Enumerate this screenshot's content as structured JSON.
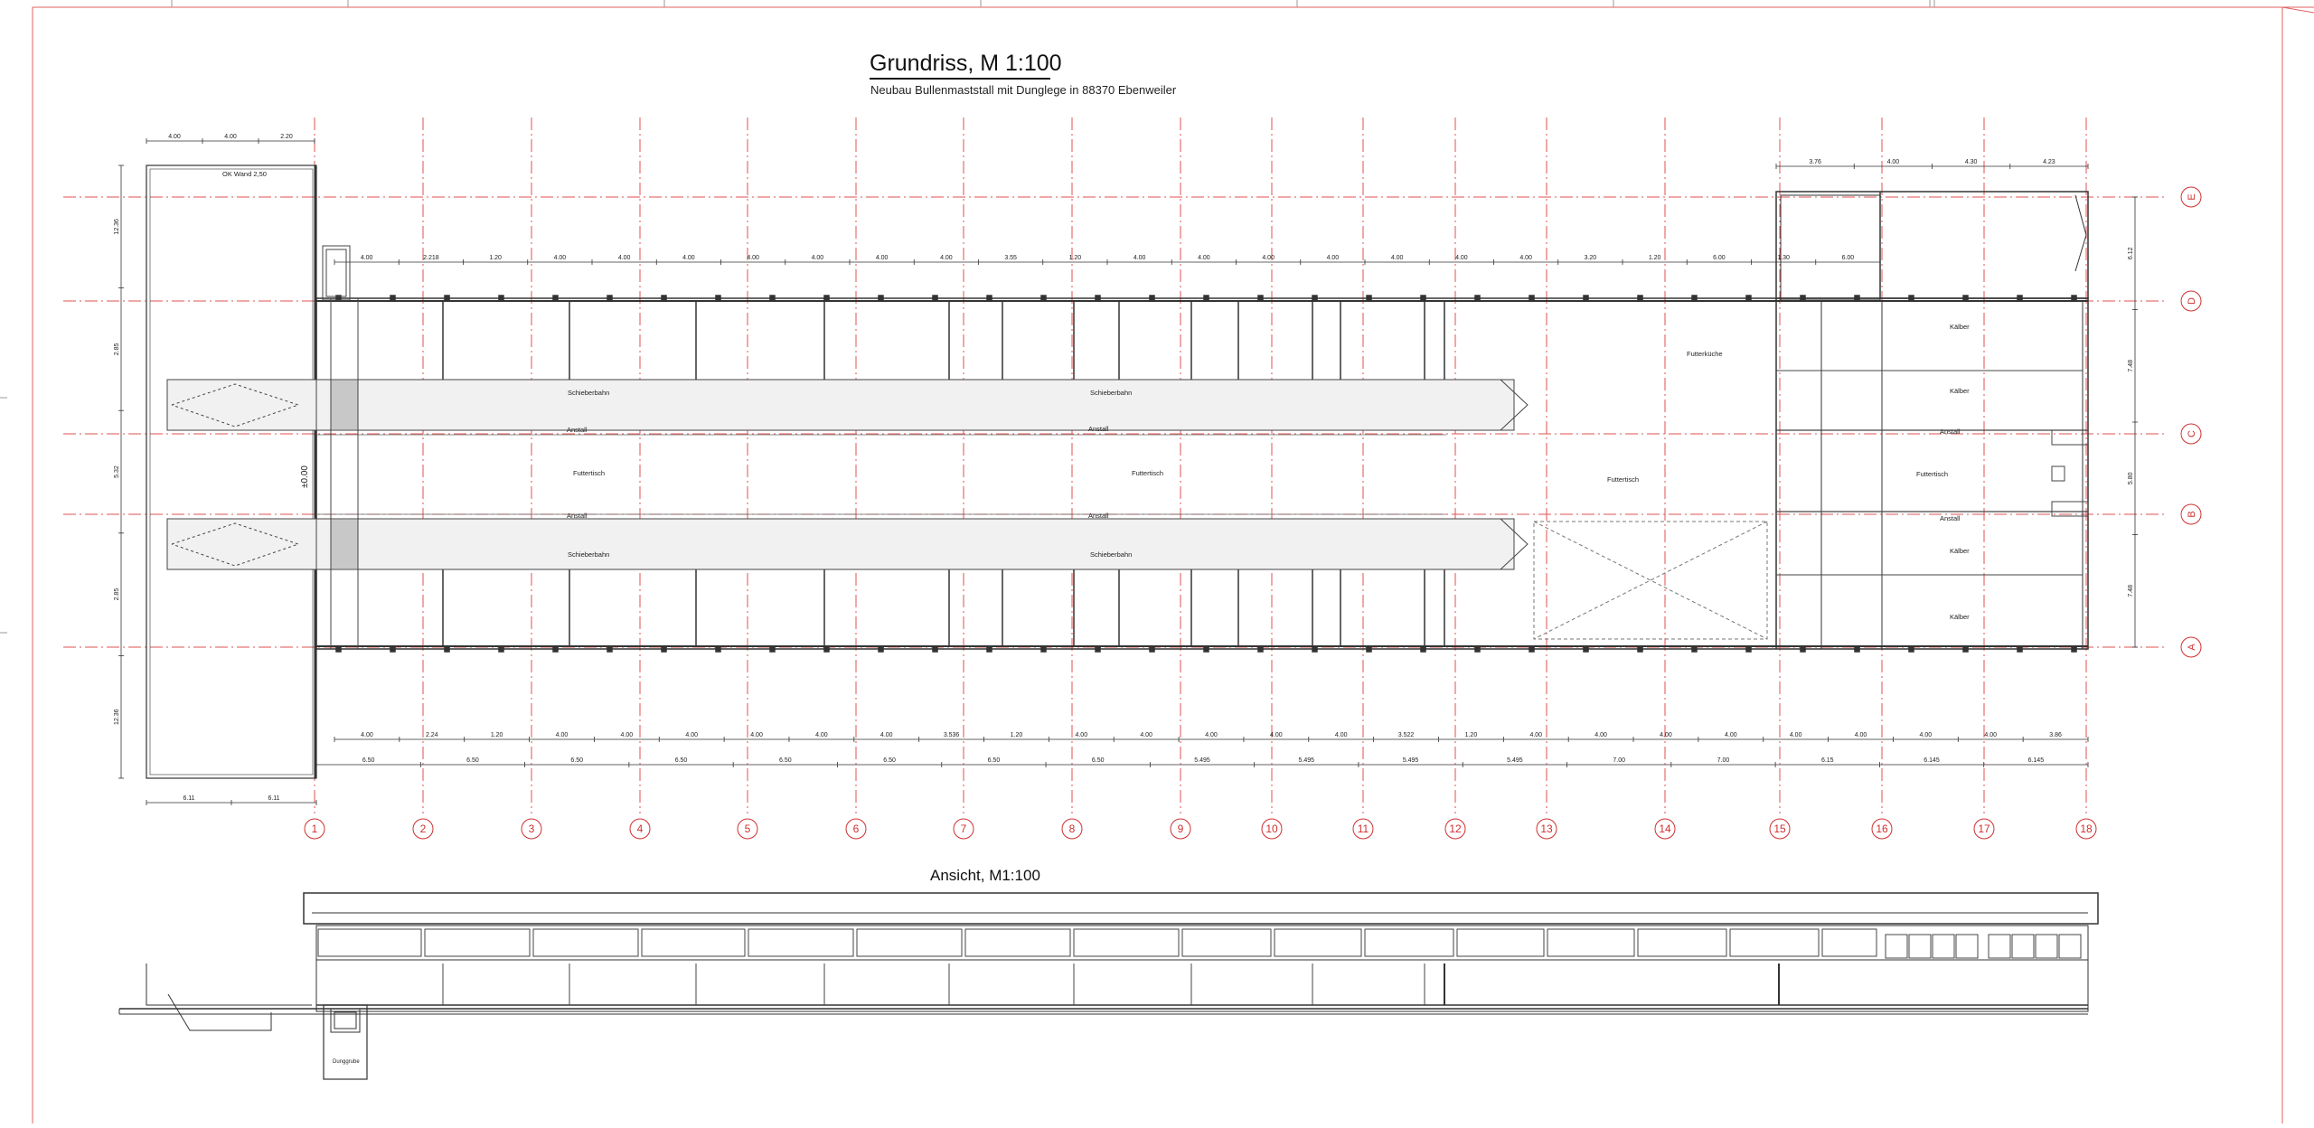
{
  "drawing": {
    "title": "Grundriss, M 1:100",
    "subtitle": "Neubau Bullenmaststall mit Dunglege in 88370 Ebenweiler",
    "elevation_title": "Ansicht, M1:100"
  },
  "axes": {
    "columns": [
      "1",
      "2",
      "3",
      "4",
      "5",
      "6",
      "7",
      "8",
      "9",
      "10",
      "11",
      "12",
      "13",
      "14",
      "15",
      "16",
      "17",
      "18"
    ],
    "rows": [
      "E",
      "D",
      "C",
      "B",
      "A"
    ]
  },
  "rooms": {
    "schieberbahn": "Schieberbahn",
    "futtertisch": "Futtertisch",
    "futterkueche": "Futterküche",
    "kaelber": "Kälber",
    "anstall": "Anstall",
    "ok_wand": "OK Wand 2,50",
    "dunggrube": "Dunggrube",
    "level": "±0.00"
  },
  "dims": {
    "top_left": [
      "4.00",
      "4.00",
      "2.20"
    ],
    "row_d": [
      "4.00",
      "2.218",
      "1.20",
      "4.00",
      "4.00",
      "4.00",
      "4.00",
      "4.00",
      "4.00",
      "4.00",
      "3.55",
      "1.20",
      "4.00",
      "4.00",
      "4.00",
      "4.00",
      "4.00",
      "4.00",
      "4.00",
      "3.20",
      "1.20",
      "6.00",
      "1.30",
      "6.00"
    ],
    "top_right": [
      "3.76",
      "4.00",
      "4.30",
      "4.23"
    ],
    "bottom_row1": [
      "4.00",
      "2.24",
      "1.20",
      "4.00",
      "4.00",
      "4.00",
      "4.00",
      "4.00",
      "4.00",
      "3.536",
      "1.20",
      "4.00",
      "4.00",
      "4.00",
      "4.00",
      "4.00",
      "3.522",
      "1.20",
      "4.00",
      "4.00",
      "4.00",
      "4.00",
      "4.00",
      "4.00",
      "4.00",
      "4.00",
      "3.86"
    ],
    "bottom_row2": [
      "6.50",
      "6.50",
      "6.50",
      "6.50",
      "6.50",
      "6.50",
      "6.50",
      "6.50",
      "5.495",
      "5.495",
      "5.495",
      "5.495",
      "7.00",
      "7.00",
      "6.15",
      "6.145",
      "6.145"
    ],
    "left_vert": [
      "12.36",
      "2.85",
      "5.32",
      "2.85",
      "12.36"
    ],
    "right_vert": [
      "6.12",
      "7.48",
      "5.80",
      "7.48"
    ],
    "left_bottom": [
      "6.11",
      "6.11"
    ]
  }
}
